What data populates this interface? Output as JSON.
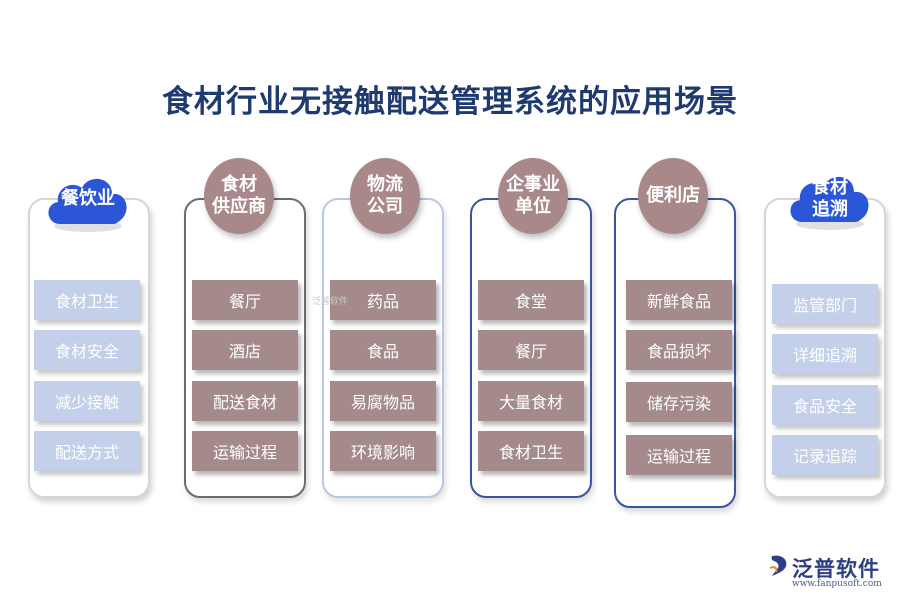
{
  "title": "食材行业无接触配送管理系统的应用场景",
  "columns": [
    {
      "heading_line1": "餐饮业",
      "heading_line2": "",
      "items": [
        "食材卫生",
        "食材安全",
        "减少接触",
        "配送方式"
      ]
    },
    {
      "heading_line1": "食材",
      "heading_line2": "供应商",
      "items": [
        "餐厅",
        "酒店",
        "配送食材",
        "运输过程"
      ]
    },
    {
      "heading_line1": "物流",
      "heading_line2": "公司",
      "items": [
        "药品",
        "食品",
        "易腐物品",
        "环境影响"
      ]
    },
    {
      "heading_line1": "企事业",
      "heading_line2": "单位",
      "items": [
        "食堂",
        "餐厅",
        "大量食材",
        "食材卫生"
      ]
    },
    {
      "heading_line1": "便利店",
      "heading_line2": "",
      "items": [
        "新鲜食品",
        "食品损坏",
        "储存污染",
        "运输过程"
      ]
    },
    {
      "heading_line1": "食材",
      "heading_line2": "追溯",
      "items": [
        "监管部门",
        "详细追溯",
        "食品安全",
        "记录追踪"
      ]
    }
  ],
  "brand": {
    "name": "泛普软件",
    "url": "www.fanpusoft.com",
    "logo_icon": "fanpu-logo-icon"
  },
  "watermark": "泛普软件",
  "colors": {
    "title": "#1f3a6e",
    "cloud": "#2b56d6",
    "circle": "#a9888a",
    "light_item": "#c4cfe9",
    "dark_item": "#a58a8c"
  }
}
